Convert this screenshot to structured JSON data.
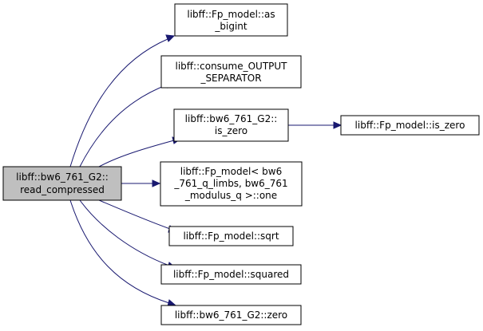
{
  "graph": {
    "edge_color": "#191970",
    "root_fill": "#bfbfbf",
    "nodes": {
      "root": {
        "lines": [
          "libff::bw6_761_G2::",
          "read_compressed"
        ]
      },
      "as_bigint": {
        "lines": [
          "libff::Fp_model::as",
          "_bigint"
        ]
      },
      "consume_output_separator": {
        "lines": [
          "libff::consume_OUTPUT",
          "_SEPARATOR"
        ]
      },
      "g2_is_zero": {
        "lines": [
          "libff::bw6_761_G2::",
          "is_zero"
        ]
      },
      "fp_is_zero": {
        "lines": [
          "libff::Fp_model::is_zero"
        ]
      },
      "fp_one": {
        "lines": [
          "libff::Fp_model< bw6",
          "_761_q_limbs, bw6_761",
          "_modulus_q >::one"
        ]
      },
      "sqrt": {
        "lines": [
          "libff::Fp_model::sqrt"
        ]
      },
      "squared": {
        "lines": [
          "libff::Fp_model::squared"
        ]
      },
      "g2_zero": {
        "lines": [
          "libff::bw6_761_G2::zero"
        ]
      }
    }
  }
}
